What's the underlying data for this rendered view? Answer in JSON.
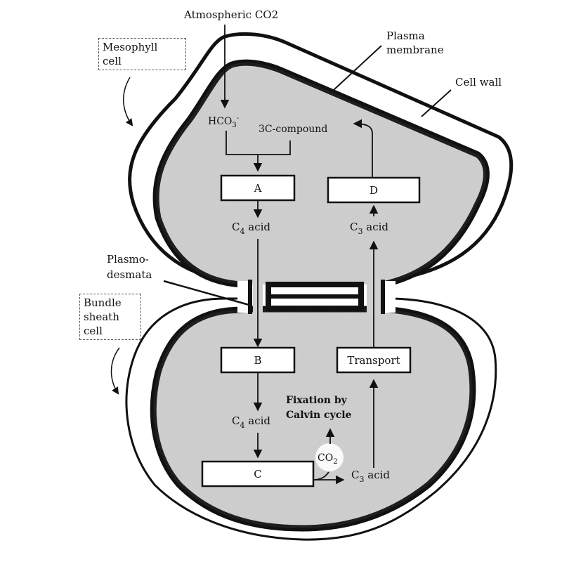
{
  "title_label": "Atmospheric CO2",
  "title_parts": {
    "main": "Atmospheric CO",
    "sub": "2"
  },
  "labels": {
    "mesophyll": [
      "Mesophyll",
      "cell"
    ],
    "bundle_sheath": [
      "Bundle",
      "sheath",
      "cell"
    ],
    "plasma_membrane": [
      "Plasma",
      "membrane"
    ],
    "cell_wall": "Cell wall",
    "plasmodesmata": [
      "Plasmo-",
      "desmata"
    ]
  },
  "mesophyll_pathway": {
    "hco3": {
      "main": "HCO",
      "sub": "3",
      "sup": "-"
    },
    "three_c_compound": "3C-compound",
    "box_a": "A",
    "c4_acid": {
      "pre": "C",
      "sub": "4",
      "post": " acid"
    },
    "box_d": "D",
    "c3_acid": {
      "pre": "C",
      "sub": "3",
      "post": " acid"
    }
  },
  "bundle_sheath_pathway": {
    "box_b": "B",
    "box_transport": "Transport",
    "c4_acid": {
      "pre": "C",
      "sub": "4",
      "post": " acid"
    },
    "box_c": "C",
    "co2": {
      "main": "CO",
      "sub": "2"
    },
    "fixation": [
      "Fixation by",
      "Calvin cycle"
    ],
    "c3_acid": {
      "pre": "C",
      "sub": "3",
      "post": " acid"
    }
  },
  "colors": {
    "cytoplasm": "#cfcfcf",
    "outline": "#111111",
    "box_fill": "#ffffff"
  }
}
